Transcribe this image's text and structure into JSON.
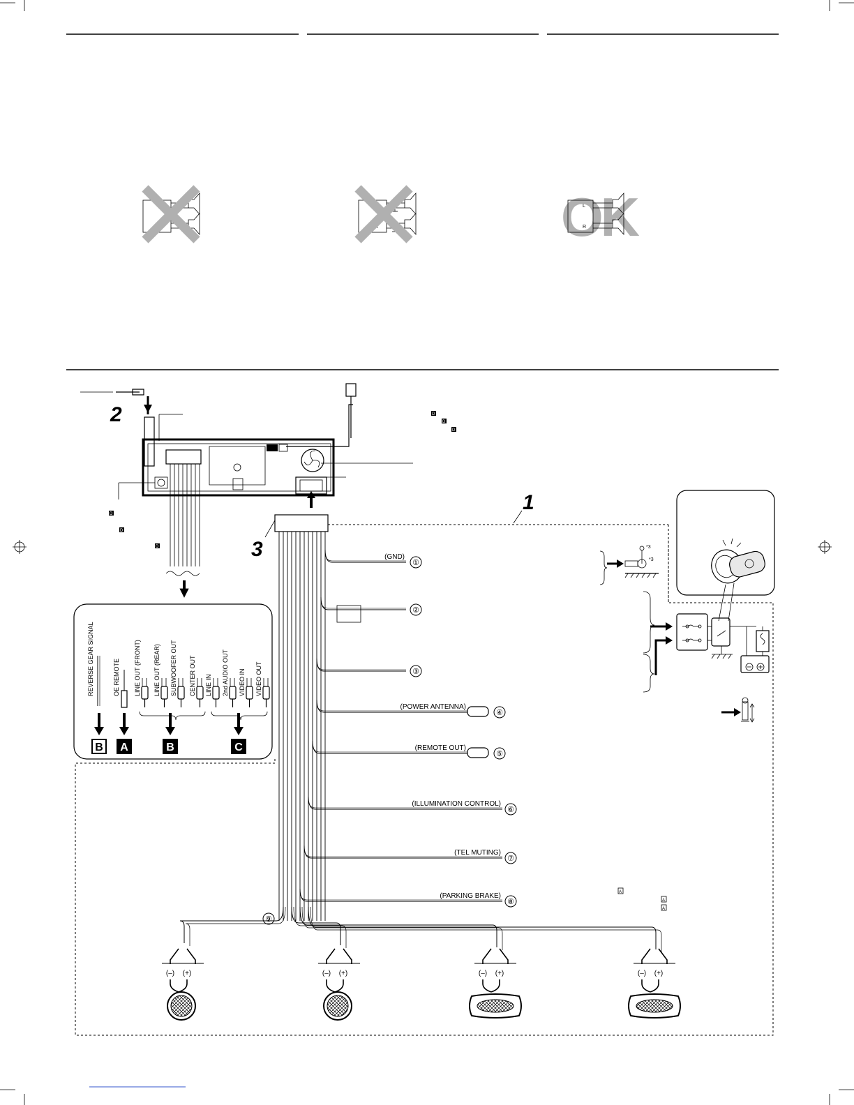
{
  "speaker_examples": {
    "channel_left": "L",
    "channel_right": "R",
    "ok_mark": "OK",
    "cross_icon": "cross-mark-icon"
  },
  "diagram": {
    "callout_1": "1",
    "callout_2": "2",
    "callout_3": "3",
    "note_marker": "D",
    "note_marker_a": "A",
    "superscript_3": "*3"
  },
  "rca_panel": {
    "cables": [
      "REVERSE GEAR SIGNAL",
      "OE REMOTE",
      "LINE OUT (FRONT)",
      "LINE OUT (REAR)",
      "SUBWOOFER OUT",
      "CENTER OUT",
      "LINE IN",
      "2nd AUDIO OUT",
      "VIDEO IN",
      "VIDEO OUT"
    ],
    "groups": [
      "B",
      "A",
      "B",
      "C"
    ]
  },
  "wires": [
    {
      "num": "①",
      "label": "(GND)"
    },
    {
      "num": "②",
      "label": ""
    },
    {
      "num": "③",
      "label": ""
    },
    {
      "num": "④",
      "label": "(POWER ANTENNA)"
    },
    {
      "num": "⑤",
      "label": "(REMOTE OUT)"
    },
    {
      "num": "⑥",
      "label": "(ILLUMINATION CONTROL)"
    },
    {
      "num": "⑦",
      "label": "(TEL MUTING)"
    },
    {
      "num": "⑧",
      "label": "(PARKING BRAKE)"
    },
    {
      "num": "⑨",
      "label": ""
    }
  ],
  "speakers": {
    "minus": "(–)",
    "plus": "(+)"
  },
  "colors": {
    "ink": "#000000",
    "gray_mark": "#b0b0b0",
    "page": "#ffffff"
  }
}
